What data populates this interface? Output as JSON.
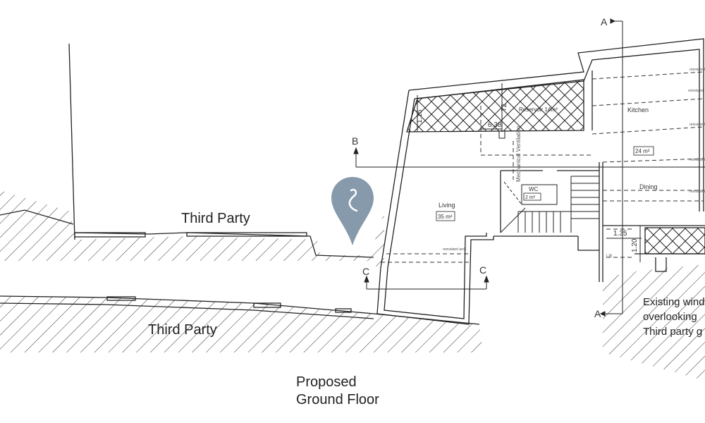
{
  "drawing": {
    "title_line1": "Proposed",
    "title_line2": "Ground Floor",
    "third_party_upper": "Third Party",
    "third_party_lower": "Third Party",
    "section_marks": {
      "a_top": "A",
      "a_bottom": "A",
      "b": "B",
      "c_left": "C",
      "c_right": "C"
    },
    "rooms": {
      "living": {
        "name": "Living",
        "area": "35 m²"
      },
      "kitchen": {
        "name": "Kitchen",
        "area": "24 m²"
      },
      "dining": {
        "name": "Dining"
      },
      "wc": {
        "name": "WC",
        "area": "2 m²"
      },
      "reservoir": "Reservoir 14m³"
    },
    "dimensions": {
      "d_115": "1.15",
      "d_72": "72",
      "d_638": "6.38",
      "d_135": "1.35",
      "d_120": "1.20"
    },
    "labels": {
      "mechanical_ventilation": "Mechanical Ventilation",
      "reinstated_arch": "reinstated arch",
      "reinstated_right": "reinstated",
      "lift": "Lift"
    },
    "note": {
      "line1": "Existing wind",
      "line2": "overlooking",
      "line3": "Third party g"
    }
  },
  "marker": {
    "name": "location-pin-icon",
    "color": "#7a8fa3"
  }
}
